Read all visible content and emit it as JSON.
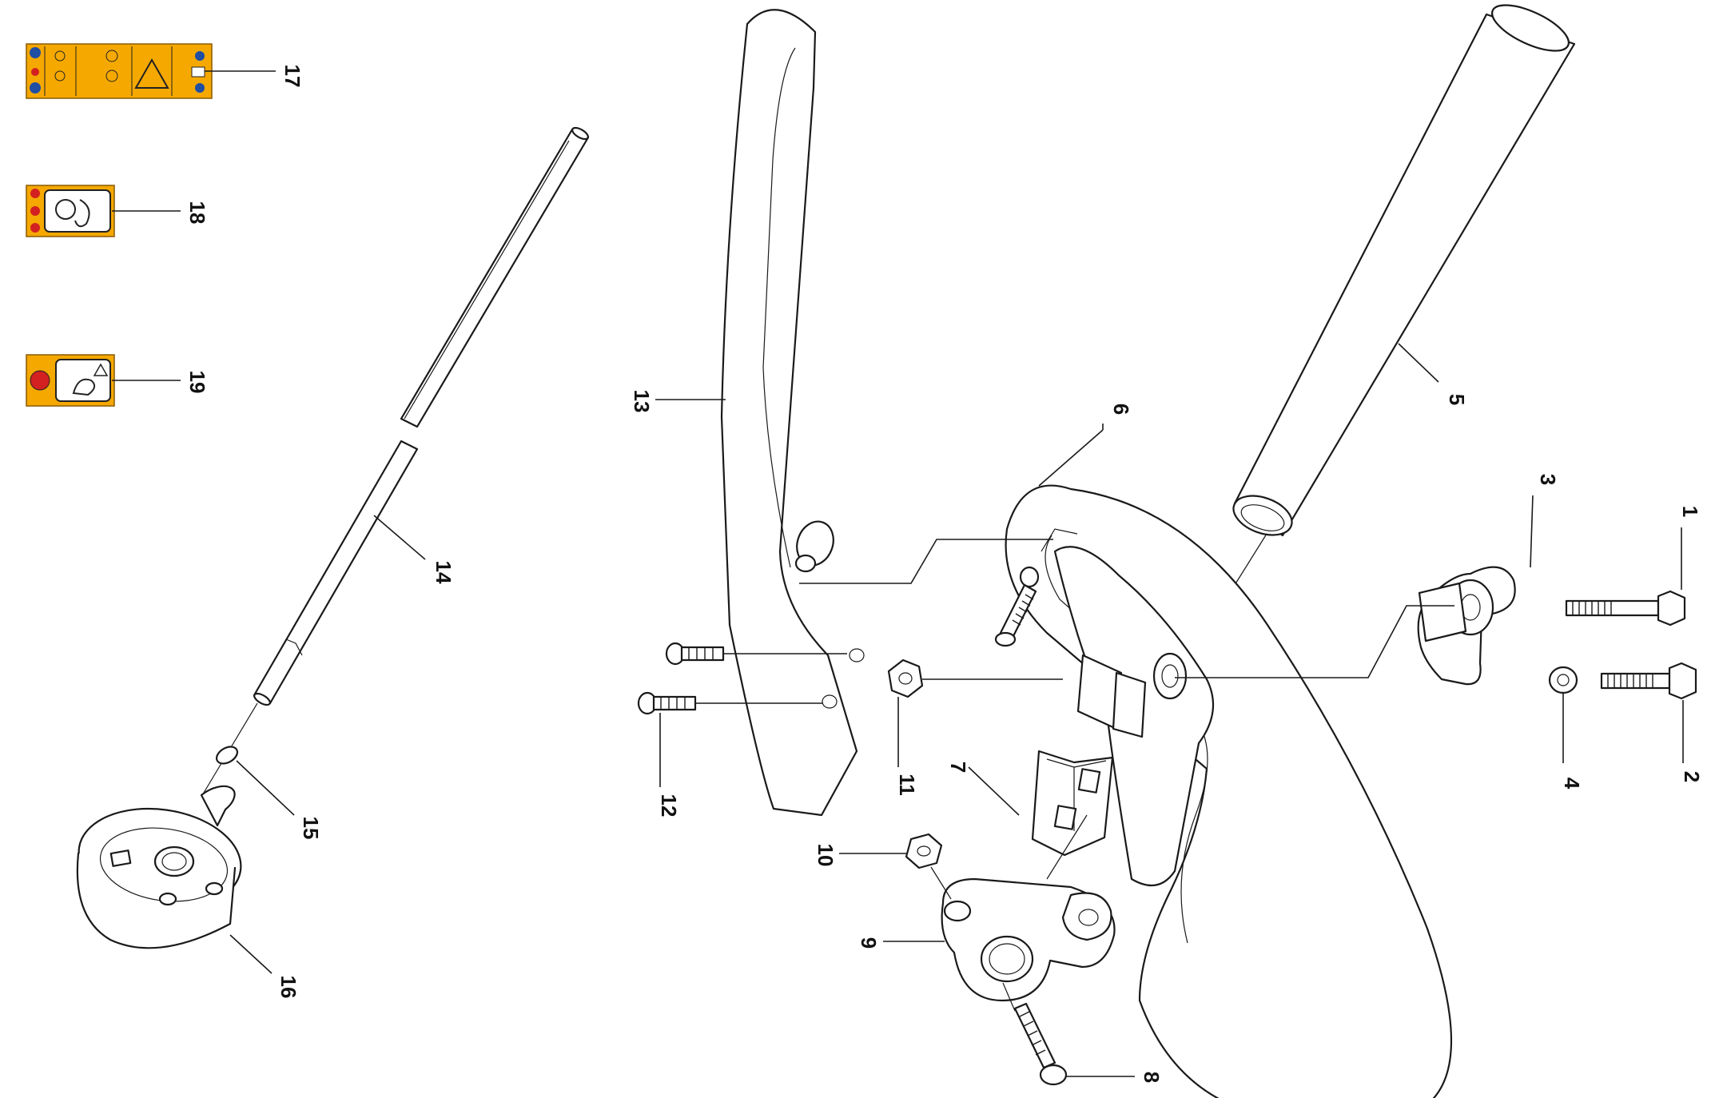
{
  "callouts": [
    "1",
    "2",
    "3",
    "4",
    "5",
    "6",
    "7",
    "8",
    "9",
    "10",
    "11",
    "12",
    "13",
    "14",
    "15",
    "16",
    "17",
    "18",
    "19"
  ],
  "colors": {
    "label_yellow": "#f5a800",
    "line": "#1a1a1a",
    "background": "#ffffff"
  }
}
